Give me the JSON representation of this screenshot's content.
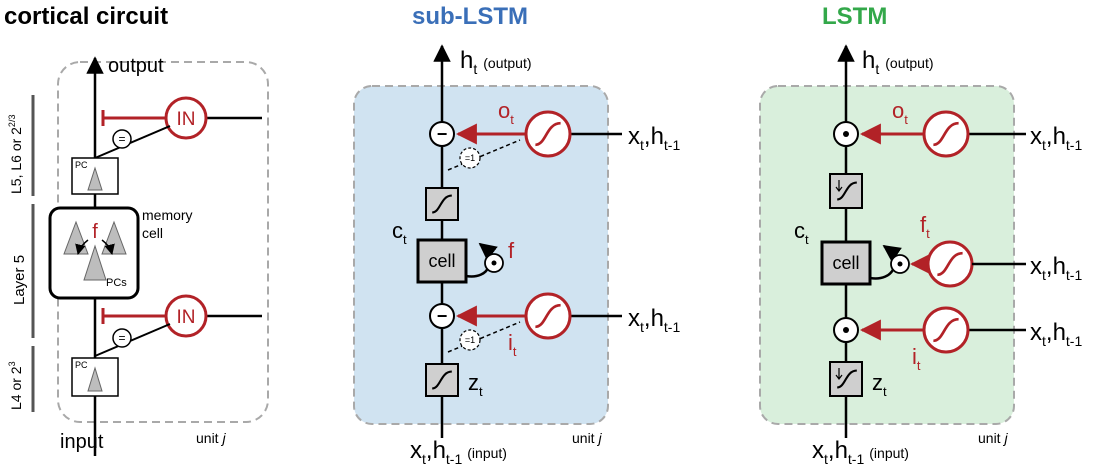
{
  "colors": {
    "red": "#b22227",
    "sub_title": "#3a6fb8",
    "lstm_title": "#33a84a",
    "sub_bg": "#d0e3f1",
    "lstm_bg": "#d9efdc",
    "gray_box": "#cfcfcf",
    "dashed": "#a9a9a9"
  },
  "cortical": {
    "title": "cortical circuit",
    "output": "output",
    "input": "input",
    "unit": "unit ",
    "unit_j": "j",
    "in_top": "IN",
    "in_bottom": "IN",
    "eq": "=",
    "pc": "PC",
    "f": "f",
    "pcs": "PCs",
    "memory1": "memory",
    "memory2": "cell",
    "layers": {
      "top_a": "L5, L6 or 2",
      "top_sup": "2/3",
      "middle": "Layer 5",
      "bottom_a": "L4 or 2",
      "bottom_sup": "3"
    }
  },
  "sublstm": {
    "title": "sub-LSTM",
    "h": "h",
    "t": "t",
    "out_tag": "(output)",
    "o": "o",
    "i": "i",
    "f": "f",
    "c": "c",
    "z": "z",
    "cell": "cell",
    "minus": "−",
    "eq1": "=1",
    "x": "x",
    "comma": ",",
    "h2": "h",
    "tm1": "t-1",
    "in_tag": "(input)",
    "unit": "unit ",
    "unit_j": "j"
  },
  "lstm": {
    "title": "LSTM",
    "h": "h",
    "t": "t",
    "out_tag": "(output)",
    "o": "o",
    "i": "i",
    "f": "f",
    "c": "c",
    "z": "z",
    "cell": "cell",
    "x": "x",
    "comma": ",",
    "h2": "h",
    "tm1": "t-1",
    "in_tag": "(input)",
    "unit": "unit ",
    "unit_j": "j"
  }
}
